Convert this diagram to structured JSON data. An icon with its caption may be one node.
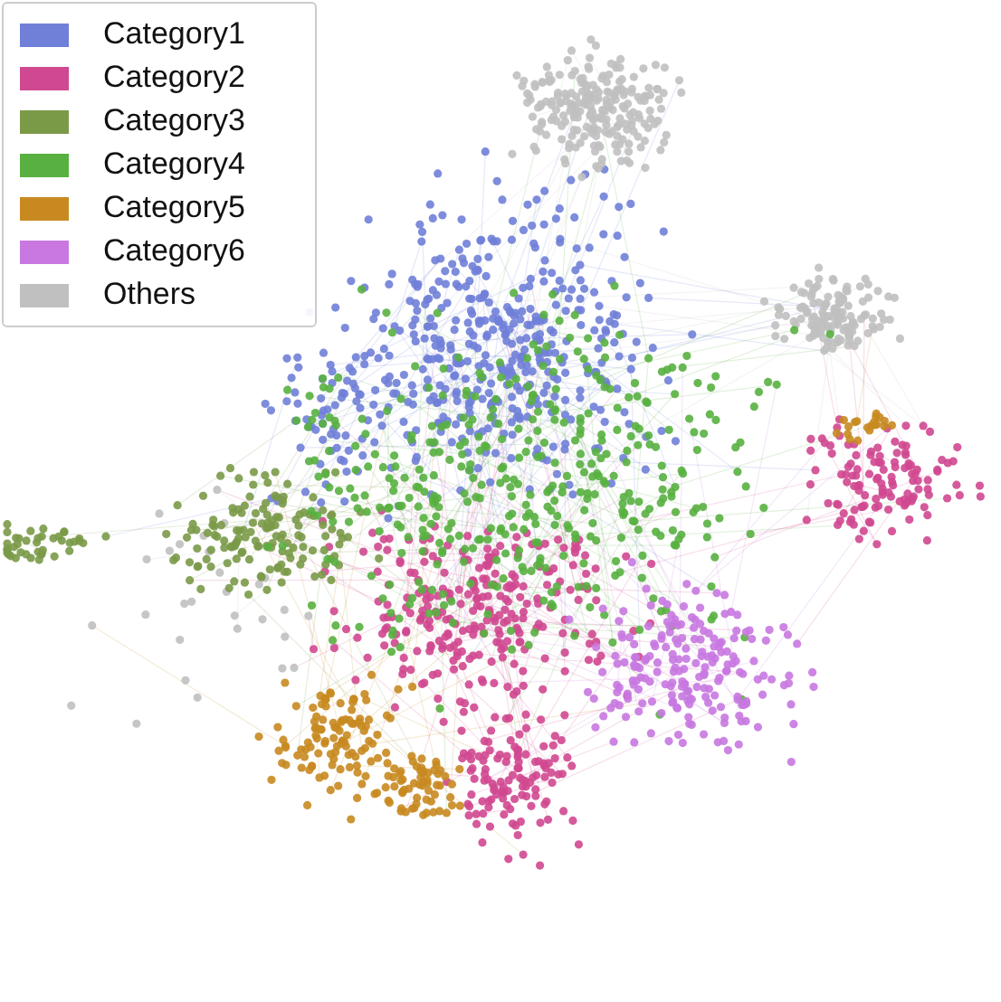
{
  "diagram": {
    "legend": [
      {
        "text": "Category1",
        "color": "#7080d8"
      },
      {
        "text": "Category2",
        "color": "#d04890"
      },
      {
        "text": "Category3",
        "color": "#7a9a48"
      },
      {
        "text": "Category4",
        "color": "#58b040"
      },
      {
        "text": "Category5",
        "color": "#c88a20"
      },
      {
        "text": "Category6",
        "color": "#c878e0"
      },
      {
        "text": "Others",
        "color": "#c0c0c0"
      }
    ]
  }
}
